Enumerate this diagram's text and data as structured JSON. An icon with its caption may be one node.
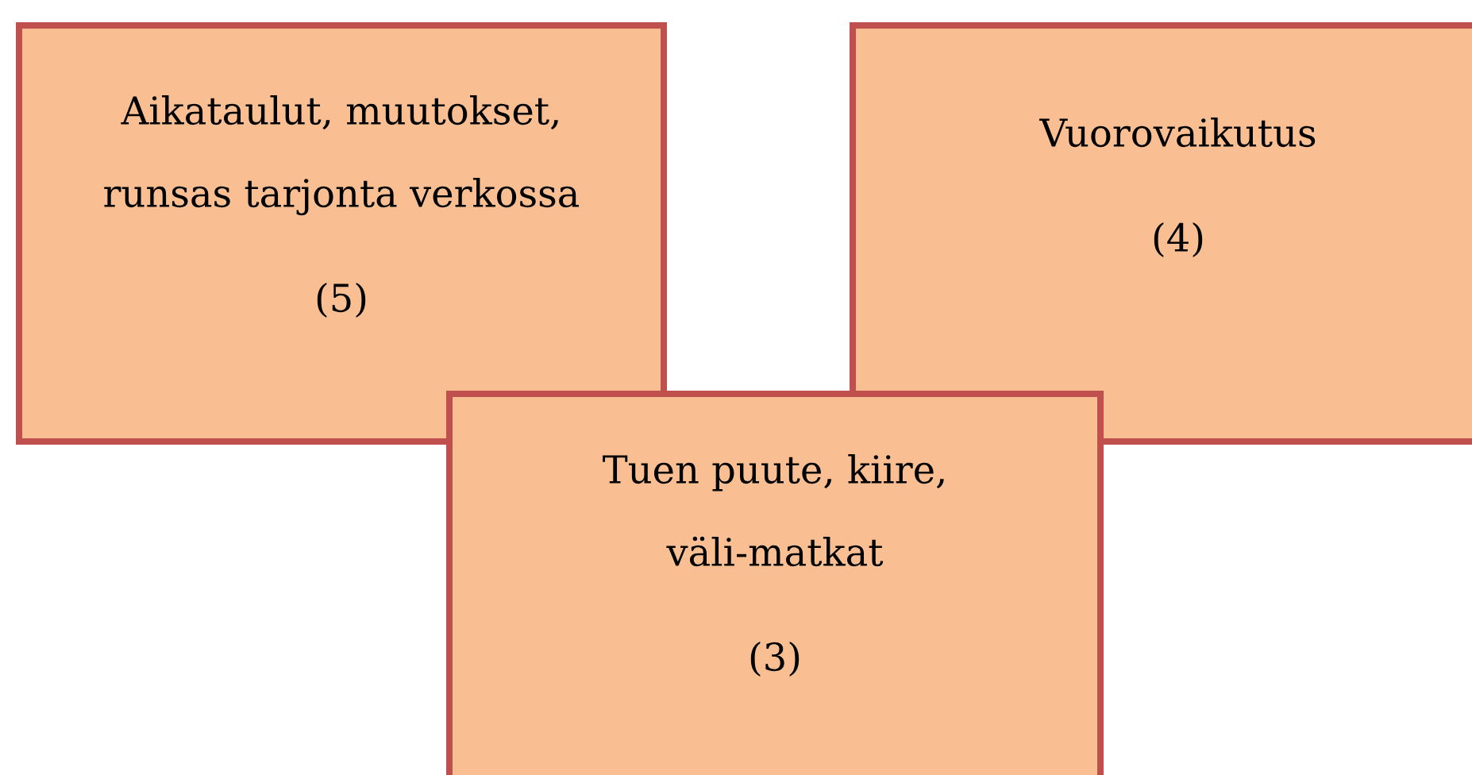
{
  "diagram": {
    "nodes": [
      {
        "text": [
          "Aikataulut, muutokset, runsas tarjonta verkossa",
          "(5)"
        ]
      },
      {
        "text": [
          "Vuorovaikutus",
          "(4)"
        ]
      },
      {
        "text": [
          "Tuen puute, kiire, väli-matkat",
          "(3)"
        ]
      }
    ]
  }
}
